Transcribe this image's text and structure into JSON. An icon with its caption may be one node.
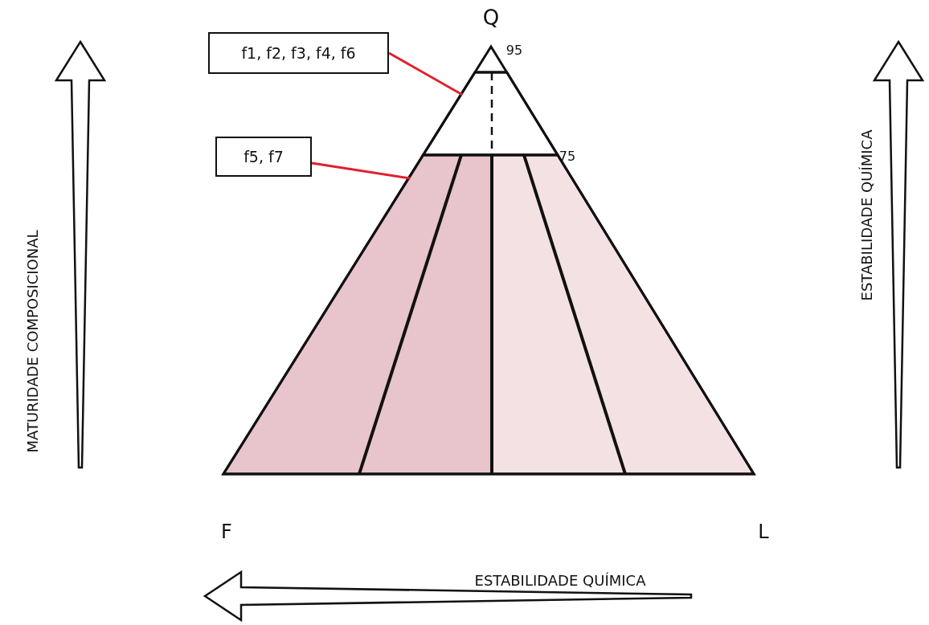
{
  "diagram": {
    "nodes": [
      {
        "text": [
          "f1, f2, f3, f4, f6"
        ]
      },
      {
        "text": [
          "f5, f7"
        ]
      },
      {
        "text": [],
        "shape": "triangle"
      },
      {
        "text": [],
        "shape": "trapezoid"
      }
    ],
    "edges": [
      {
        "from": 0,
        "to": 2,
        "arrow": "none"
      },
      {
        "from": 1,
        "to": 3,
        "arrow": "none"
      }
    ],
    "labels": [
      "Q",
      "95",
      "75",
      "F",
      "L",
      "MATURIDADE COMPOSICIONAL",
      "ESTABILIDADE QUÍMICA",
      "ESTABILIDADE QUÍMICA"
    ]
  }
}
